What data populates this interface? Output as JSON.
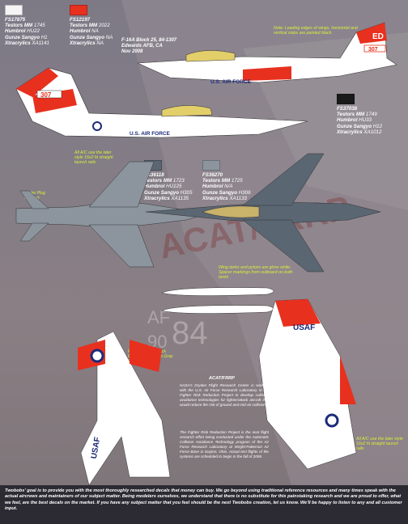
{
  "swatches": [
    {
      "fs": "FS17875",
      "color": "#f5f5f5",
      "lines": [
        [
          "Testors MM",
          "1745"
        ],
        [
          "Humbrol",
          "HU22"
        ],
        [
          "Gunze Sangyo",
          "H1"
        ],
        [
          "Xtracrylics",
          "XA1141"
        ]
      ]
    },
    {
      "fs": "FS12197",
      "color": "#e8301f",
      "lines": [
        [
          "Testors MM",
          "2022"
        ],
        [
          "Humbrol",
          "NA"
        ],
        [
          "Gunze Sangyo",
          "NA"
        ],
        [
          "Xtracrylics",
          "NA"
        ]
      ]
    },
    {
      "fs": "FS37038",
      "color": "#1a1a1a",
      "lines": [
        [
          "Testors MM",
          "1749"
        ],
        [
          "Humbrol",
          "HU33"
        ],
        [
          "Gunze Sangyo",
          "H12"
        ],
        [
          "Xtracrylics",
          "XA1012"
        ]
      ]
    },
    {
      "fs": "FS36118",
      "color": "#5a6672",
      "lines": [
        [
          "Testors MM",
          "1723"
        ],
        [
          "Humbrol",
          "HU125"
        ],
        [
          "Gunze Sangyo",
          "H305"
        ],
        [
          "Xtracrylics",
          "XA1135"
        ]
      ]
    },
    {
      "fs": "FS36270",
      "color": "#8c959e",
      "lines": [
        [
          "Testors MM",
          "1725"
        ],
        [
          "Humbrol",
          "N/A"
        ],
        [
          "Gunze Sangyo",
          "H306"
        ],
        [
          "Xtracrylics",
          "XA1133"
        ]
      ]
    }
  ],
  "aircraft_caption": [
    "F-16A Block 25, 84-1307",
    "Edwards AFB, CA",
    "Nov 2008"
  ],
  "notes": {
    "top": "Note: Leading edges of wings, horizontal and vertical stabs are painted black.",
    "left": "All A/C use the later style 16x2 ht straight launch rails",
    "intake": "Intake Plug Marking",
    "wingtanks": "Wing tanks and pylons are gloss white. Spacer markings from outboard on both tanks",
    "flat": "All A/C use the later style 16x2 ht straight launch rails"
  },
  "paint_note_flat": [
    "FS-36375 Flat Black",
    "FS 36118 Gunship Gray",
    "Aircraft Specific"
  ],
  "markings": {
    "ed": "ED",
    "serial": "307",
    "usaf_large": "USAF",
    "us_air_force": "U.S. AIR FORCE",
    "tail_af": "AF",
    "tail_90": "90"
  },
  "acat": {
    "title": "ACAT/FRRP",
    "p1": "NASA's Dryden Flight Research Center is working with the U.S. Air Force Research Laboratory in the Fighter Risk Reduction Project to develop collision avoidance technologies for fighter/attack aircraft that would reduce the risk of ground and mid-air collisions.",
    "p2": "The Fighter Risk Reduction Project is the next flight research effort being conducted under the Automatic Collision Avoidance Technology program of the Air Force Research Laboratory at Wright-Patterson Air Force Base in Dayton, Ohio. Actual test flights of the systems are scheduled to begin in the fall of 2008."
  },
  "footer": "Twobobs' goal is to provide you with the most thoroughly researched decals that money can buy.  We go beyond using traditional reference resources and many times speak with the actual aircrews and maintainers of our subject matter. Being modelers ourselves, we understand that there is no substitute for this painstaking research and we are proud to offer, what we feel, are the best decals on the market.  If you have any subject matter that you feel should be the next Twobobs creation, let us know.  We'll be happy to listen to any and all customer input."
}
